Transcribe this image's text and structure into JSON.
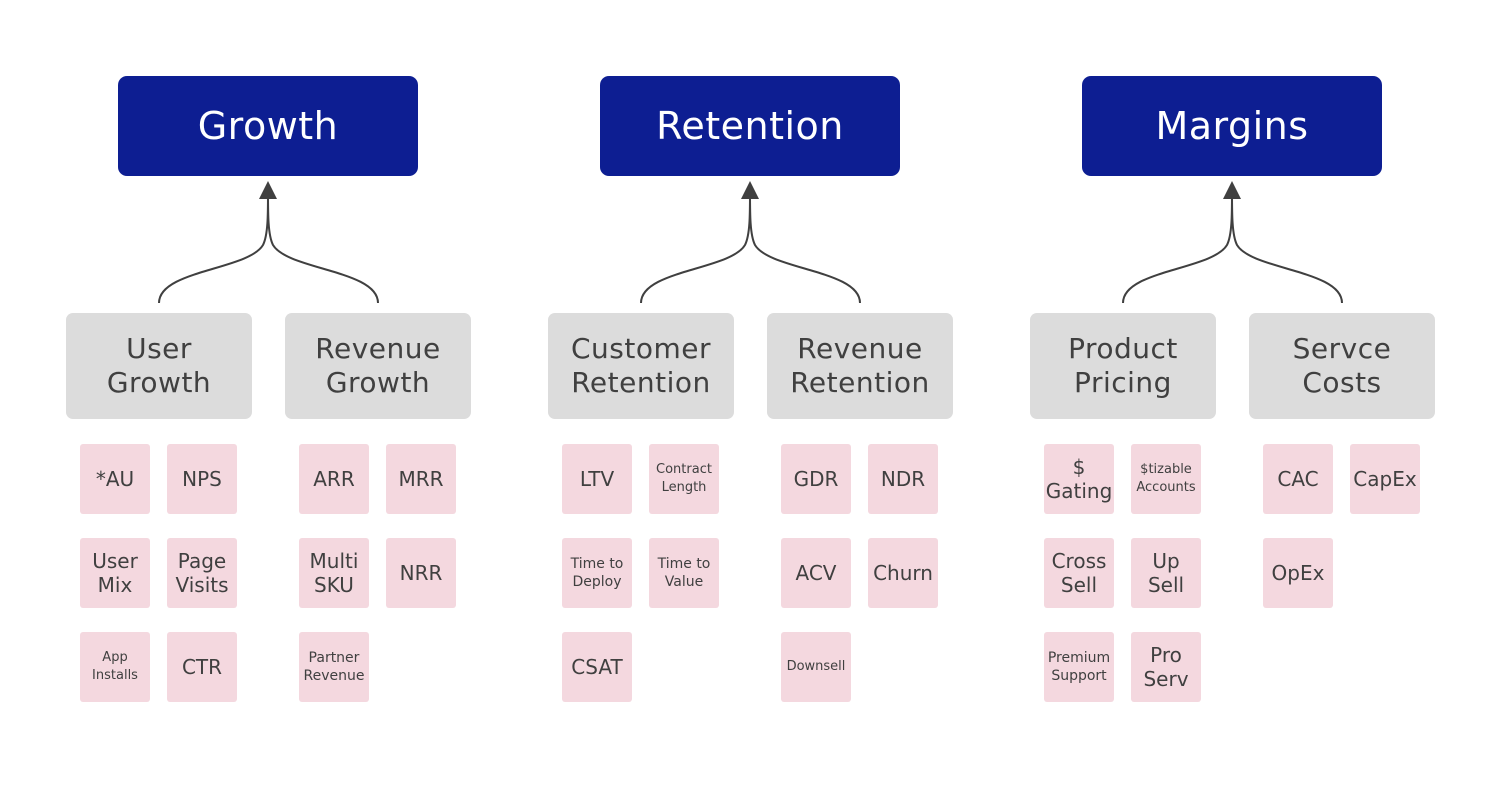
{
  "colors": {
    "primary": "#0d1e92",
    "category": "#dcdcdc",
    "metric": "#f4d8df",
    "text": "#404040",
    "arrow": "#404040"
  },
  "pillars": [
    {
      "title": "Growth",
      "groups": [
        {
          "label": "User\nGrowth",
          "metrics": [
            "*AU",
            "NPS",
            "User\nMix",
            "Page\nVisits",
            "App\nInstalls",
            "CTR"
          ]
        },
        {
          "label": "Revenue\nGrowth",
          "metrics": [
            "ARR",
            "MRR",
            "Multi\nSKU",
            "NRR",
            "Partner\nRevenue"
          ]
        }
      ]
    },
    {
      "title": "Retention",
      "groups": [
        {
          "label": "Customer\nRetention",
          "metrics": [
            "LTV",
            "Contract\nLength",
            "Time to\nDeploy",
            "Time to\nValue",
            "CSAT"
          ]
        },
        {
          "label": "Revenue\nRetention",
          "metrics": [
            "GDR",
            "NDR",
            "ACV",
            "Churn",
            "Downsell"
          ]
        }
      ]
    },
    {
      "title": "Margins",
      "groups": [
        {
          "label": "Product\nPricing",
          "metrics": [
            "$\nGating",
            "$tizable\nAccounts",
            "Cross\nSell",
            "Up\nSell",
            "Premium\nSupport",
            "Pro\nServ"
          ]
        },
        {
          "label": "Servce\nCosts",
          "metrics": [
            "CAC",
            "CapEx",
            "OpEx"
          ]
        }
      ]
    }
  ]
}
